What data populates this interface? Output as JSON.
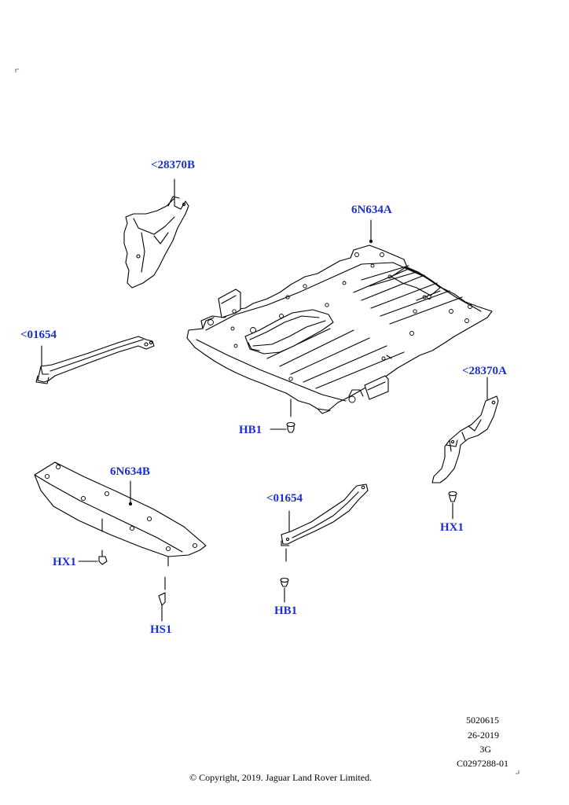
{
  "callouts": {
    "bracket_upper_left": "<28370B",
    "shield_main": "6N634A",
    "bar_left": "<01654",
    "bracket_right": "<28370A",
    "hb1_center": "HB1",
    "shield_front": "6N634B",
    "bar_center": "<01654",
    "hx1_right": "HX1",
    "hx1_left": "HX1",
    "hb1_lower": "HB1",
    "hs1": "HS1"
  },
  "reference": {
    "code": "5020615",
    "date": "26-2019",
    "rev": "3G",
    "drawing": "C0297288-01"
  },
  "copyright": "© Copyright, 2019. Jaguar Land Rover Limited.",
  "colors": {
    "callout": "#1a2fd0",
    "line": "#000000"
  }
}
